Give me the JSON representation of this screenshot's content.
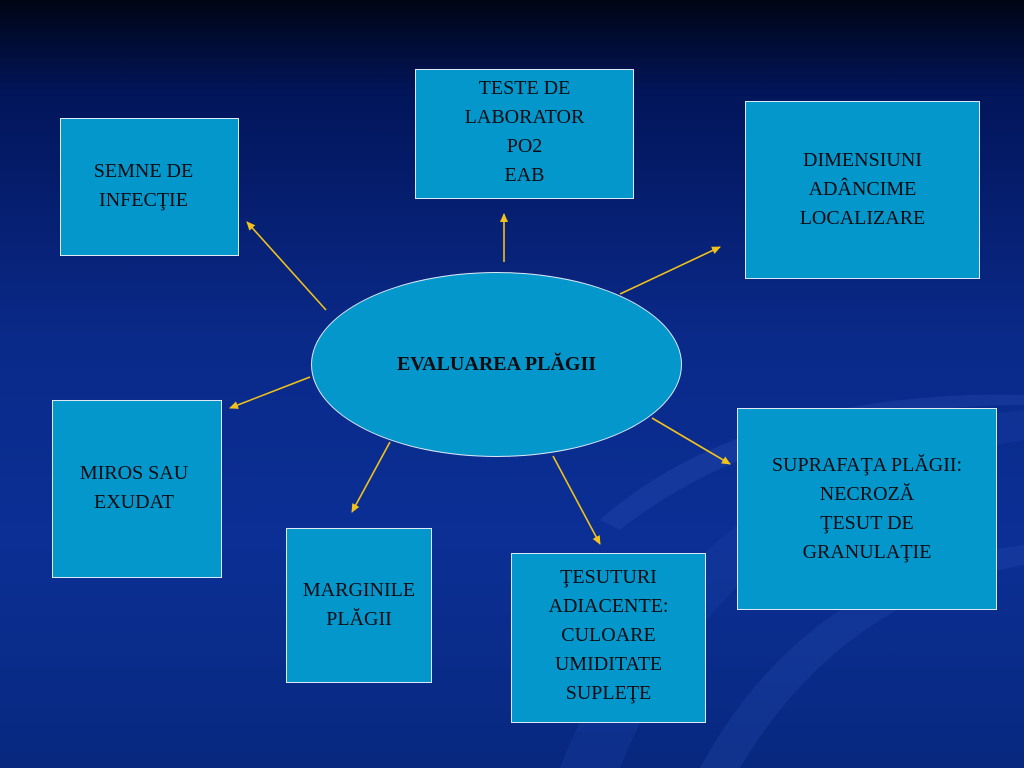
{
  "center": {
    "label": "EVALUAREA PLĂGII"
  },
  "nodes": {
    "teste": [
      "TESTE DE",
      "LABORATOR",
      "PO2",
      "EAB"
    ],
    "semne": [
      "SEMNE DE",
      "INFECŢIE"
    ],
    "dimensiuni": [
      "DIMENSIUNI",
      "ADÂNCIME",
      "LOCALIZARE"
    ],
    "miros": [
      "MIROS SAU",
      "EXUDAT"
    ],
    "marginile": [
      "MARGINILE",
      "PLĂGII"
    ],
    "tesuturi": [
      "ŢESUTURI",
      "ADIACENTE:",
      "CULOARE",
      "UMIDITATE",
      "SUPLEŢE"
    ],
    "suprafata": [
      "SUPRAFAŢA PLĂGII:",
      "NECROZĂ",
      "ŢESUT DE",
      "GRANULAŢIE"
    ]
  },
  "colors": {
    "box_fill": "#0397cc",
    "arrow": "#f2c21b",
    "background": "#0b2f95"
  }
}
